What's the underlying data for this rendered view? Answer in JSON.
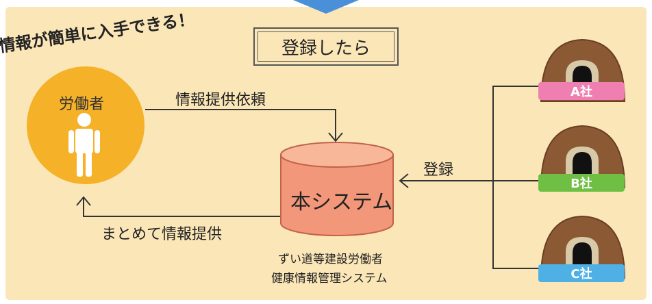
{
  "headline": "情報が簡単に入手できる！",
  "title": "登録したら",
  "worker": {
    "label": "労働者"
  },
  "arrows": {
    "request": "情報提供依頼",
    "register": "登録",
    "provide": "まとめて情報提供"
  },
  "system": {
    "name": "本システム",
    "caption_line1": "ずい道等建設労働者",
    "caption_line2": "健康情報管理システム"
  },
  "companies": [
    {
      "label": "A社",
      "color": "#ef7fb0"
    },
    {
      "label": "B社",
      "color": "#6fbf44"
    },
    {
      "label": "C社",
      "color": "#4fb0e6"
    }
  ],
  "colors": {
    "background": "#fbe6b8",
    "worker_circle": "#f5b128",
    "system_body": "#f2977a",
    "system_top": "#f9b79a",
    "arrow_top": "#4a90d9"
  }
}
